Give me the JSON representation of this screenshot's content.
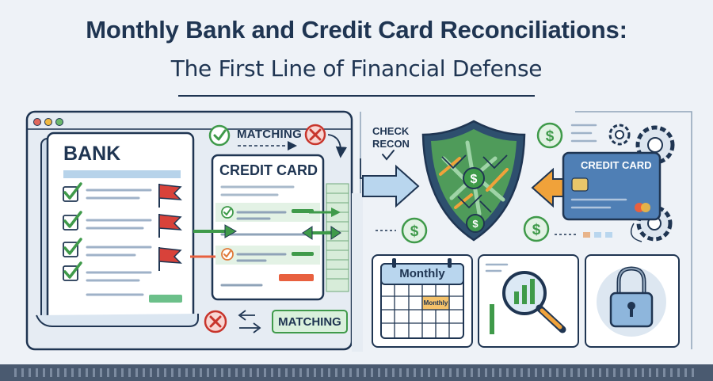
{
  "header": {
    "title": "Monthly Bank and Credit Card Reconciliations:",
    "subtitle": "The First Line of Financial Defense"
  },
  "left_panel": {
    "bank_label": "BANK",
    "credit_card_label": "CREDIT CARD",
    "matching_top_label": "MATCHING",
    "matching_bottom_label": "MATCHING"
  },
  "center": {
    "check_recon_line1": "CHECK",
    "check_recon_line2": "RECON"
  },
  "right_panel": {
    "card_label": "CREDIT CARD",
    "calendar_header": "Monthly",
    "calendar_cell_label": "Monthly"
  },
  "icons": [
    "window-dots-icon",
    "checkmark-icon",
    "red-flag-icon",
    "cross-icon",
    "shield-icon",
    "dollar-icon",
    "gear-icon",
    "credit-card-icon",
    "calendar-icon",
    "magnifier-chart-icon",
    "padlock-icon",
    "arrow-icon"
  ],
  "colors": {
    "navy": "#1f3552",
    "check_green": "#3f9a4a",
    "flag_red": "#d8423a",
    "shield_green": "#4f9b5a",
    "arrow_orange": "#f0a23a",
    "card_blue": "#4f7fb5",
    "arrow_blue": "#b9d6ee"
  }
}
